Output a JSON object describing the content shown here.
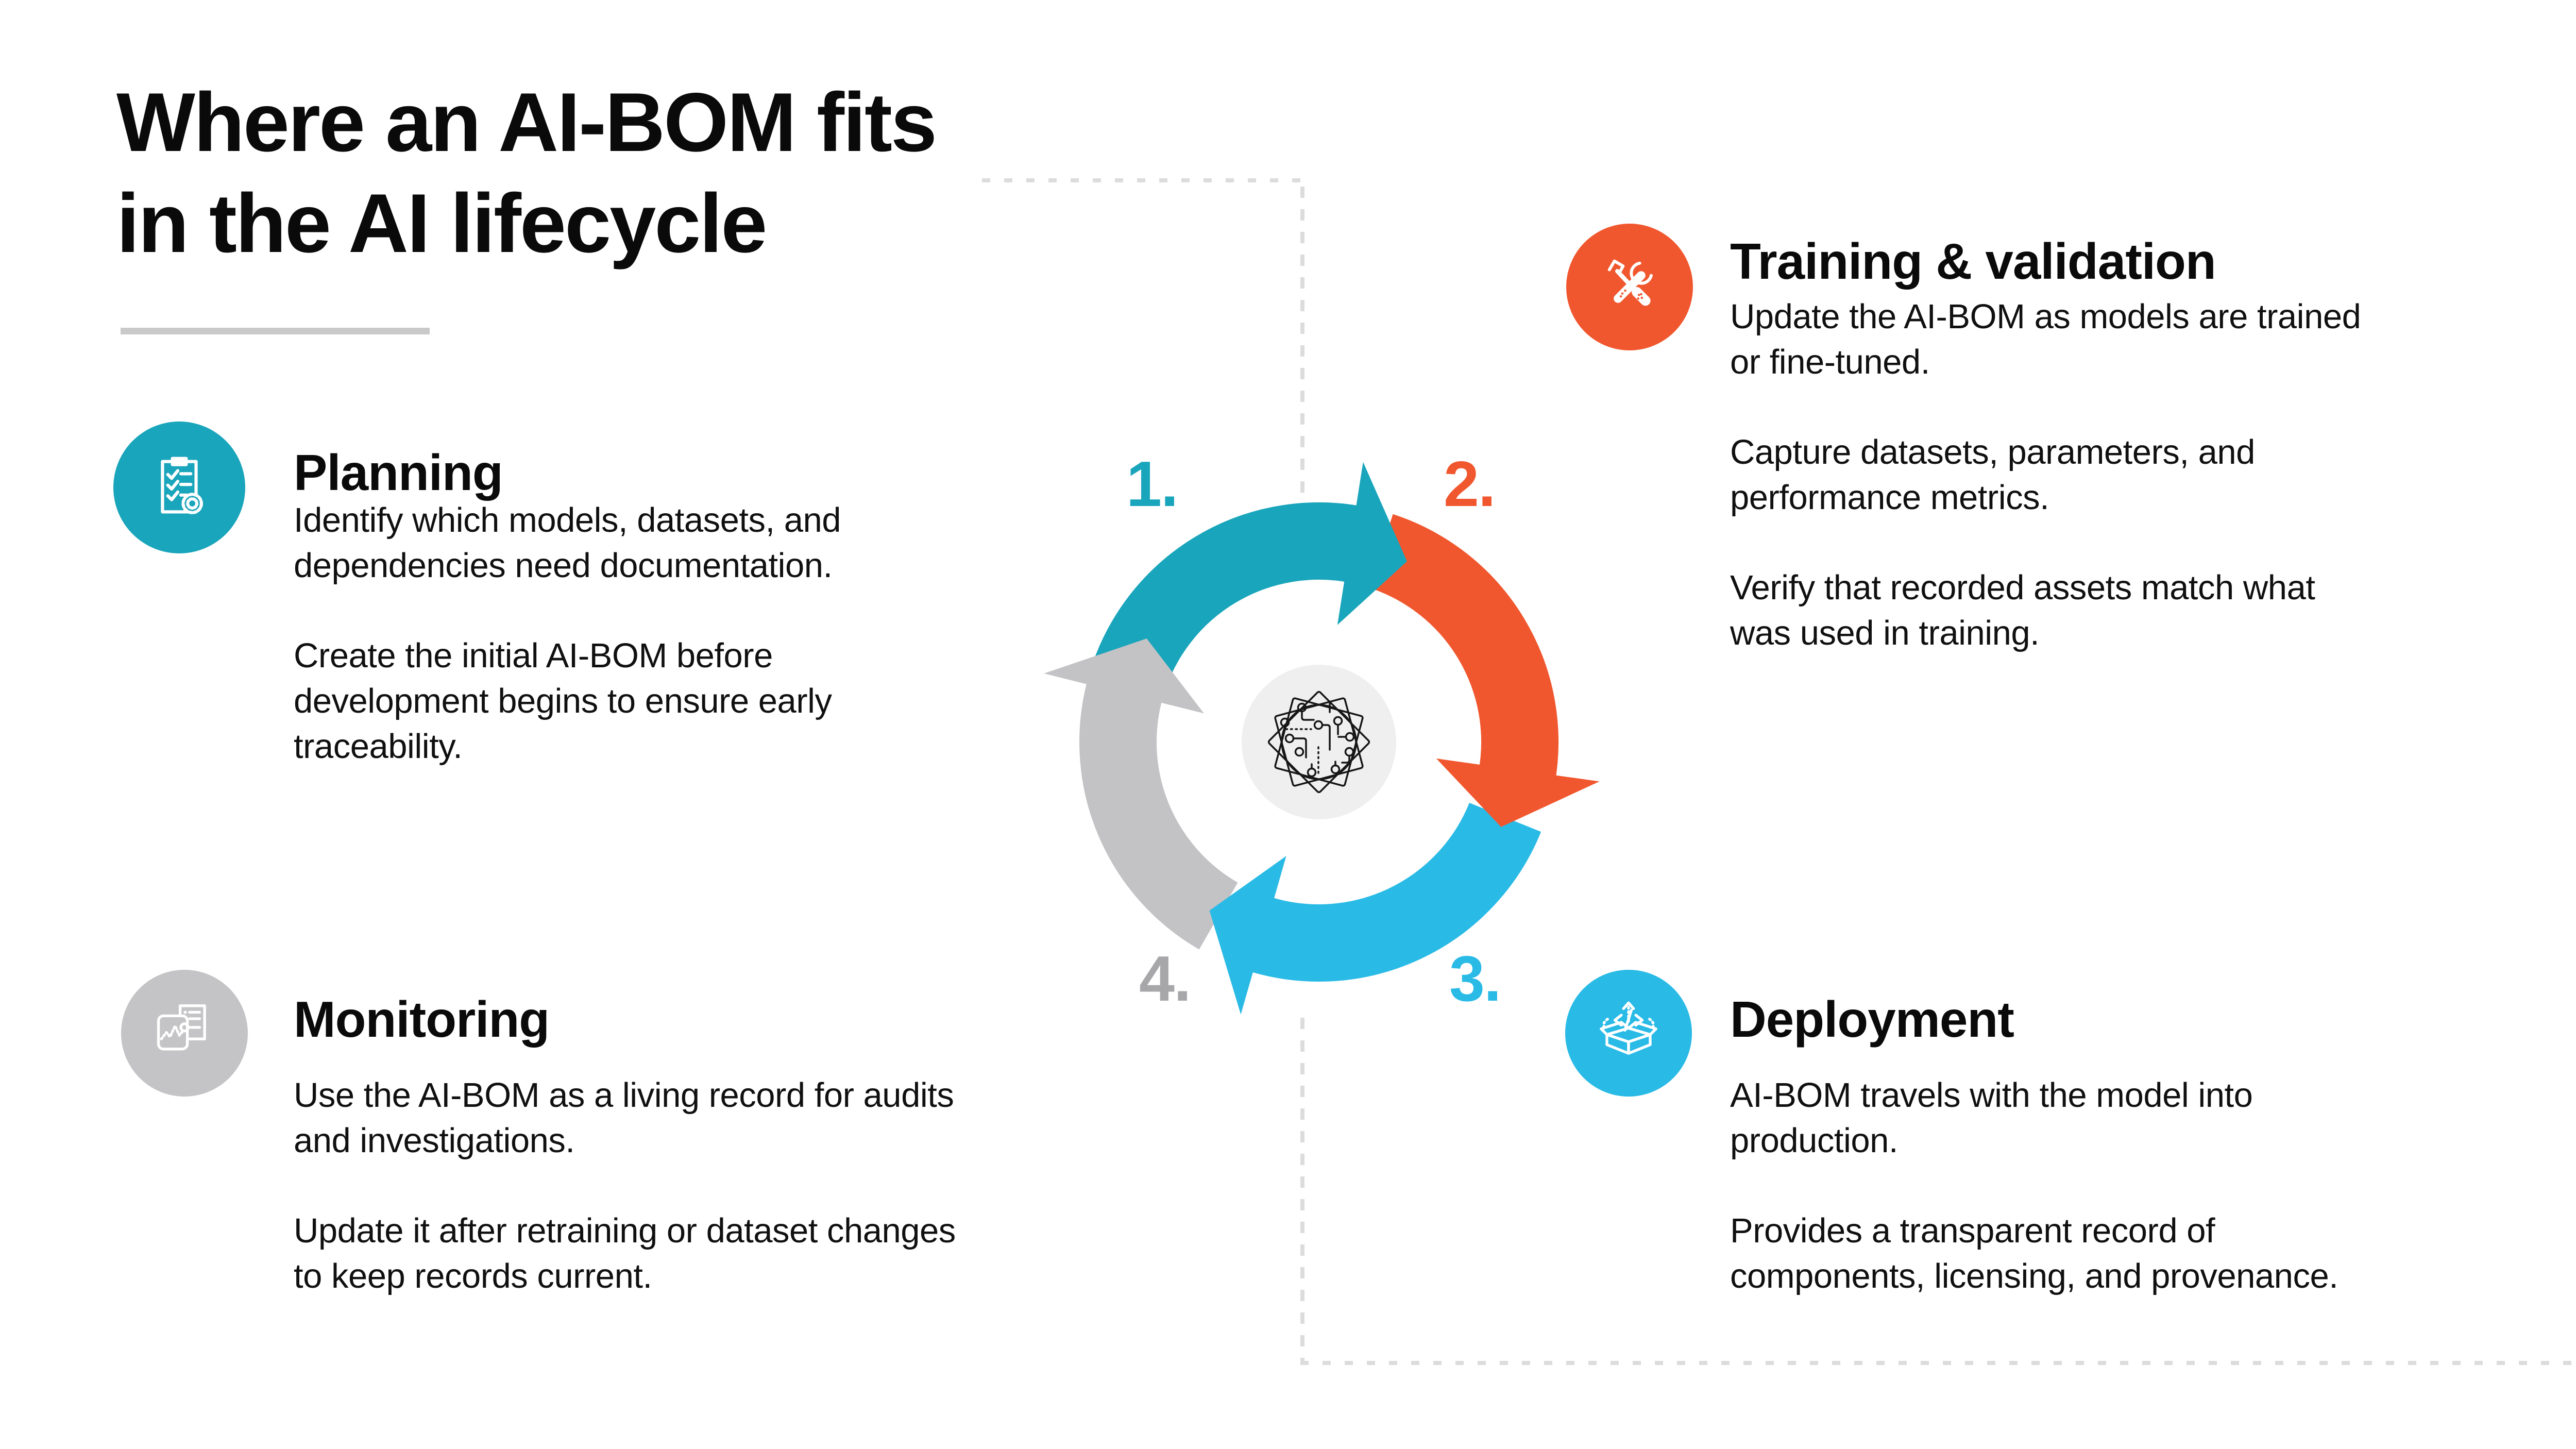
{
  "title": {
    "text": "Where an AI-BOM fits\nin the AI lifecycle"
  },
  "cycle": {
    "center_icon": "ai-circuit-brain-icon",
    "steps": [
      {
        "number": "1.",
        "label": "Planning",
        "color": "#19a5bb"
      },
      {
        "number": "2.",
        "label": "Training & validation",
        "color": "#f1572e"
      },
      {
        "number": "3.",
        "label": "Deployment",
        "color": "#29bae6"
      },
      {
        "number": "4.",
        "label": "Monitoring",
        "color": "#a7a7aa"
      }
    ]
  },
  "sections": {
    "planning": {
      "heading": "Planning",
      "icon": "clipboard-checklist-gear-icon",
      "color": "#19a5bb",
      "paragraphs": [
        "Identify which models, datasets, and\ndependencies need documentation.",
        "Create the initial AI-BOM before\ndevelopment begins to ensure early\ntraceability."
      ]
    },
    "training": {
      "heading": "Training & validation",
      "icon": "crossed-tools-icon",
      "color": "#f1572e",
      "paragraphs": [
        "Update the AI-BOM as models are trained\nor fine-tuned.",
        "Capture datasets, parameters, and\nperformance metrics.",
        "Verify that recorded assets match what\nwas used in training."
      ]
    },
    "deployment": {
      "heading": "Deployment",
      "icon": "open-box-code-icon",
      "color": "#29bae6",
      "paragraphs": [
        "AI-BOM travels with the model into\nproduction.",
        "Provides a transparent record of\ncomponents, licensing, and provenance."
      ]
    },
    "monitoring": {
      "heading": "Monitoring",
      "icon": "pulse-settings-icon",
      "color": "#c4c4c6",
      "paragraphs": [
        "Use the AI-BOM as a living record for audits\nand investigations.",
        "Update it after retraining or dataset changes\nto keep records current."
      ]
    }
  },
  "colors": {
    "teal": "#19a5bb",
    "orange": "#f1572e",
    "cyan": "#29bae6",
    "gray_arrow": "#c3c3c5",
    "gray_number": "#a7a7aa",
    "center_circle": "#efefef",
    "dashed_line": "#dcdcdc",
    "underline": "#c9c9c9",
    "text": "#0a0a0a",
    "background": "#ffffff"
  }
}
